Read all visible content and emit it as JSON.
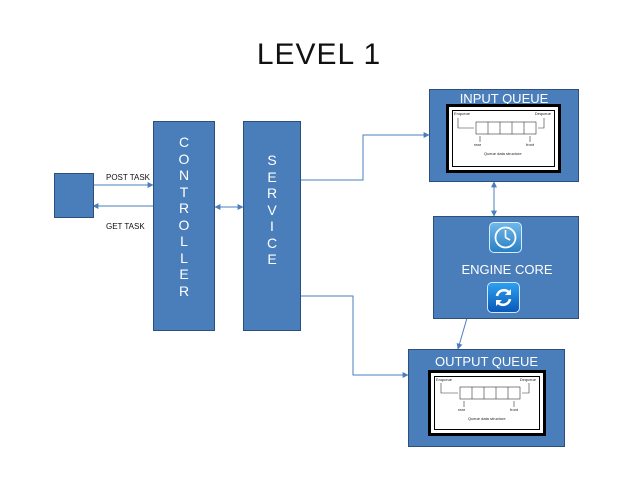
{
  "title": "LEVEL 1",
  "client": {
    "post_label": "POST TASK",
    "get_label": "GET TASK"
  },
  "controller": {
    "letters": [
      "C",
      "O",
      "N",
      "T",
      "R",
      "O",
      "L",
      "L",
      "E",
      "R"
    ]
  },
  "service": {
    "letters": [
      "S",
      "E",
      "R",
      "V",
      "I",
      "C",
      "E"
    ]
  },
  "input_queue": {
    "title": "INPUT QUEUE",
    "image_text": {
      "enqueue": "Enqueue",
      "dequeue": "Dequeue",
      "rear": "rear",
      "front": "front",
      "caption": "Queue data structure"
    }
  },
  "engine_core": {
    "title": "ENGINE CORE",
    "icons": [
      "clock-icon",
      "refresh-icon"
    ]
  },
  "output_queue": {
    "title": "OUTPUT QUEUE",
    "image_text": {
      "enqueue": "Enqueue",
      "dequeue": "Dequeue",
      "rear": "rear",
      "front": "front",
      "caption": "Queue data structure"
    }
  },
  "colors": {
    "box_fill": "#4a7ebb",
    "box_border": "#2c4f7c",
    "arrow": "#4a7ebb",
    "text_on_box": "#ffffff"
  }
}
